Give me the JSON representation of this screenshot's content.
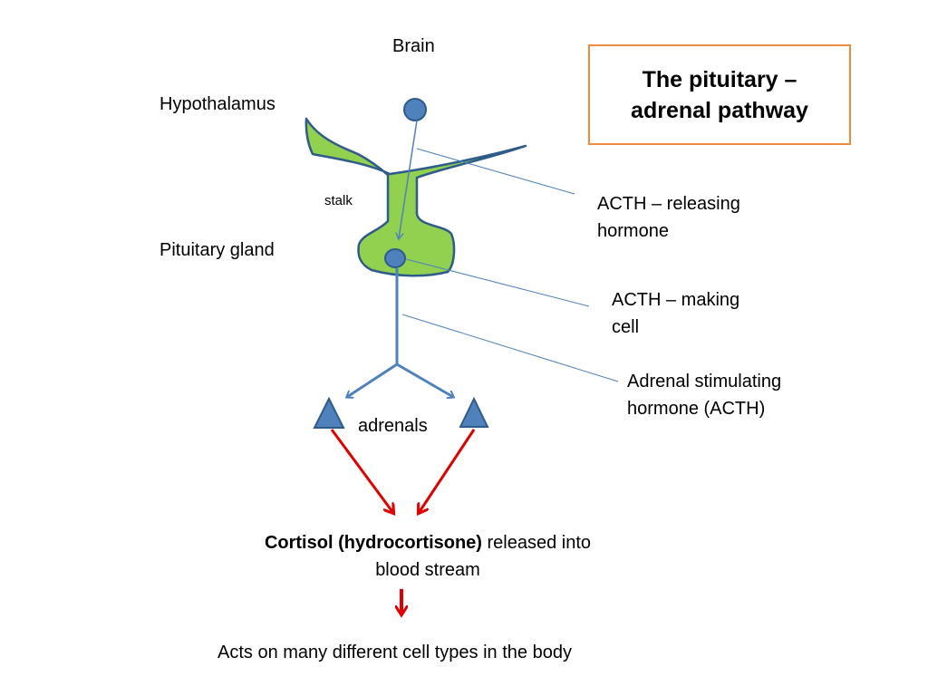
{
  "title": {
    "line1": "The pituitary –",
    "line2": "adrenal pathway"
  },
  "labels": {
    "brain": "Brain",
    "hypothalamus": "Hypothalamus",
    "stalk": "stalk",
    "pituitary_gland": "Pituitary gland",
    "adrenals": "adrenals",
    "acth_releasing_line1": "ACTH – releasing",
    "acth_releasing_line2": "hormone",
    "acth_making_line1": "ACTH – making",
    "acth_making_line2": "cell",
    "adrenal_stim_line1": "Adrenal stimulating",
    "adrenal_stim_line2": "hormone (ACTH)"
  },
  "cortisol": {
    "bold_text": "Cortisol (hydrocortisone)",
    "rest_text": " released into",
    "line2": "blood stream"
  },
  "acts_on": "Acts on many different cell types in the body",
  "colors": {
    "gland_fill": "#92d050",
    "outline": "#2e5b8a",
    "cell_fill": "#4f81bd",
    "arrow_blue": "#4f81bd",
    "arrow_red": "#e00000",
    "title_border": "#f08a3c"
  }
}
